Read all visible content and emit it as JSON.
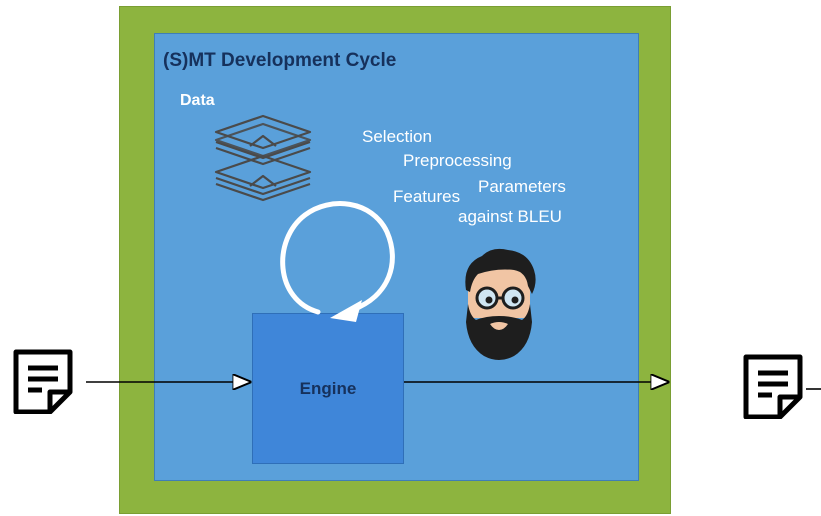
{
  "diagram": {
    "title": "(S)MT Development Cycle",
    "data_label": "Data",
    "engine_label": "Engine",
    "notes": {
      "selection": "Selection",
      "preprocessing": "Preprocessing",
      "features": "Features",
      "parameters": "Parameters",
      "against_bleu": "against BLEU"
    },
    "icons": {
      "data": "layers-stack-icon",
      "developer": "bearded-developer-icon",
      "input": "document-icon",
      "output": "document-icon"
    },
    "colors": {
      "outer_box": "#8db43f",
      "inner_box": "#5aa0da",
      "engine_box": "#3f86d9",
      "title_text": "#16315c"
    }
  }
}
